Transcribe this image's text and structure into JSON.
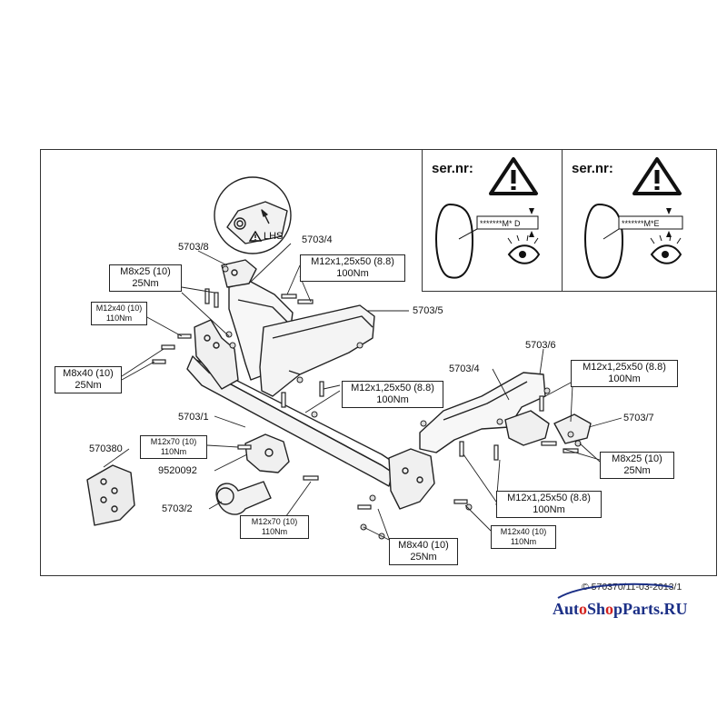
{
  "colors": {
    "stroke": "#222222",
    "brand_blue": "#1b2f86",
    "brand_red": "#d3231f",
    "light": "#e8e8e8"
  },
  "serial_panels": [
    {
      "label": "ser.nr:",
      "code": "*******M* D"
    },
    {
      "label": "ser.nr:",
      "code": "*******M*E"
    }
  ],
  "detail_label": "LHS",
  "part_tags": {
    "p5703_8": "5703/8",
    "p5703_4a": "5703/4",
    "p5703_5": "5703/5",
    "p5703_6": "5703/6",
    "p5703_4b": "5703/4",
    "p5703_7": "5703/7",
    "p5703_1": "5703/1",
    "p570380": "570380",
    "p9520092": "9520092",
    "p5703_2": "5703/2"
  },
  "bolt_labels": {
    "m8x25_left": {
      "line1": "M8x25 (10)",
      "line2": "25Nm"
    },
    "m12x125_top": {
      "line1": "M12x1,25x50 (8.8)",
      "line2": "100Nm"
    },
    "m12x40_left": {
      "line1": "M12x40 (10)",
      "line2": "110Nm"
    },
    "m8x40_left": {
      "line1": "M8x40 (10)",
      "line2": "25Nm"
    },
    "m12x125_mid": {
      "line1": "M12x1,25x50 (8.8)",
      "line2": "100Nm"
    },
    "m12x125_right": {
      "line1": "M12x1,25x50 (8.8)",
      "line2": "100Nm"
    },
    "m12x70_upper": {
      "line1": "M12x70 (10)",
      "line2": "110Nm"
    },
    "m8x25_right": {
      "line1": "M8x25 (10)",
      "line2": "25Nm"
    },
    "m12x125_bottom": {
      "line1": "M12x1,25x50 (8.8)",
      "line2": "100Nm"
    },
    "m12x70_lower": {
      "line1": "M12x70 (10)",
      "line2": "110Nm"
    },
    "m12x40_right": {
      "line1": "M12x40 (10)",
      "line2": "110Nm"
    },
    "m8x40_bottom": {
      "line1": "M8x40 (10)",
      "line2": "25Nm"
    }
  },
  "footer": {
    "reference": "© 570370/11-03-2013/1",
    "brand_a": "Aut",
    "brand_o": "o",
    "brand_b": "Sh",
    "brand_o2": "o",
    "brand_c": "pParts.RU"
  },
  "icons": [
    "warning-triangle-icon",
    "eye-icon",
    "nut-icon",
    "bolt-icon",
    "car-silhouette-icon"
  ]
}
